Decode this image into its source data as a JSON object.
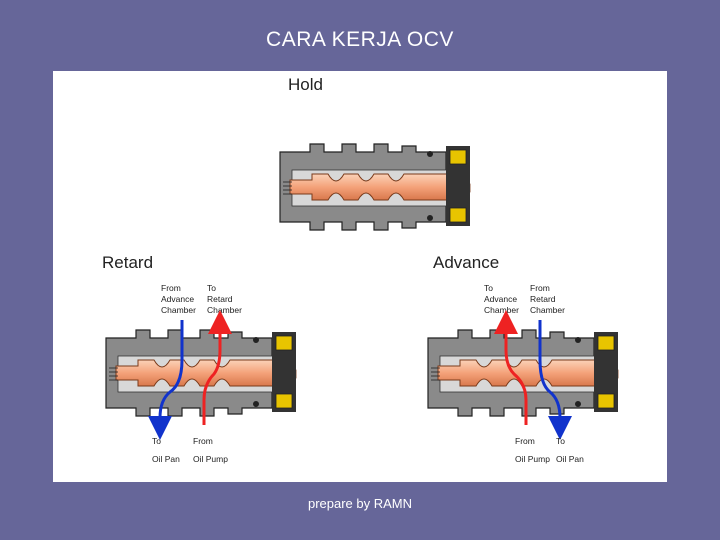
{
  "slide": {
    "title": "CARA KERJA OCV",
    "footer": "prepare by RAMN"
  },
  "diagram": {
    "hold": {
      "heading": "Hold"
    },
    "retard": {
      "heading": "Retard",
      "from_advance": [
        "From",
        "Advance",
        "Chamber"
      ],
      "to_retard": [
        "To",
        "Retard",
        "Chamber"
      ],
      "to_oil_pan": [
        "To",
        "Oil Pan"
      ],
      "from_oil_pump": [
        "From",
        "Oil Pump"
      ]
    },
    "advance": {
      "heading": "Advance",
      "to_advance": [
        "To",
        "Advance",
        "Chamber"
      ],
      "from_retard": [
        "From",
        "Retard",
        "Chamber"
      ],
      "from_oil_pump": [
        "From",
        "Oil Pump"
      ],
      "to_oil_pan": [
        "To",
        "Oil Pan"
      ]
    },
    "colors": {
      "background": "#666699",
      "housing": "#8a8a8a",
      "spool": "#f4a27a",
      "solenoid_yellow": "#e8c400",
      "pressure_arrow": "#ee2222",
      "drain_arrow": "#1133cc"
    }
  }
}
